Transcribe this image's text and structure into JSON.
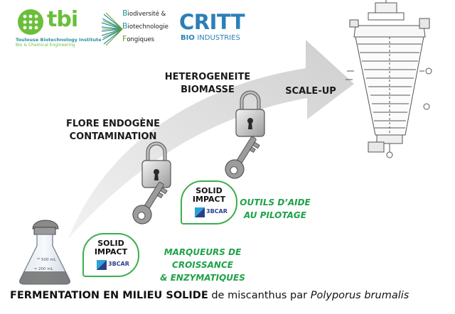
{
  "logos": {
    "tbi": {
      "name": "tbi",
      "line1": "Toulouse Biotechnology Institute",
      "line2": "Bio & Chemical Engineering"
    },
    "bbf": {
      "line1_cap": "B",
      "line1_rest": "iodiversité &",
      "line2_cap": "B",
      "line2_rest": "iotechnologie",
      "line3_cap": "F",
      "line3_rest": "ongiques"
    },
    "critt": {
      "name": "CRITT",
      "sub_bold": "BIO",
      "sub_rest": "INDUSTRIES"
    }
  },
  "stages": {
    "flore": "FLORE ENDOGÈNE\nCONTAMINATION",
    "hetero": "HETEROGENEITE\nBIOMASSE",
    "scale": "SCALE-UP"
  },
  "tools": {
    "outils": "OUTILS D’AIDE\nAU PILOTAGE",
    "marqueurs": "MARQUEURS DE CROISSANCE\n& ENZYMATIQUES"
  },
  "badges": [
    {
      "title": "SOLID\nIMPACT",
      "brand": "3BCAR"
    },
    {
      "title": "SOLID\nIMPACT",
      "brand": "3BCAR"
    }
  ],
  "flask": {
    "mark_top": "500 mL",
    "mark_bottom": "200 mL"
  },
  "caption": {
    "bold": "FERMENTATION EN MILIEU SOLIDE",
    "normal": "de miscanthus par",
    "italic": "Polyporus brumalis"
  },
  "colors": {
    "arrow_gray": "#d9d9d9",
    "green_text": "#1fa24a",
    "badge_border": "#3cae4e",
    "critt_blue": "#2b7fb8",
    "tbi_green": "#6abf3a"
  }
}
